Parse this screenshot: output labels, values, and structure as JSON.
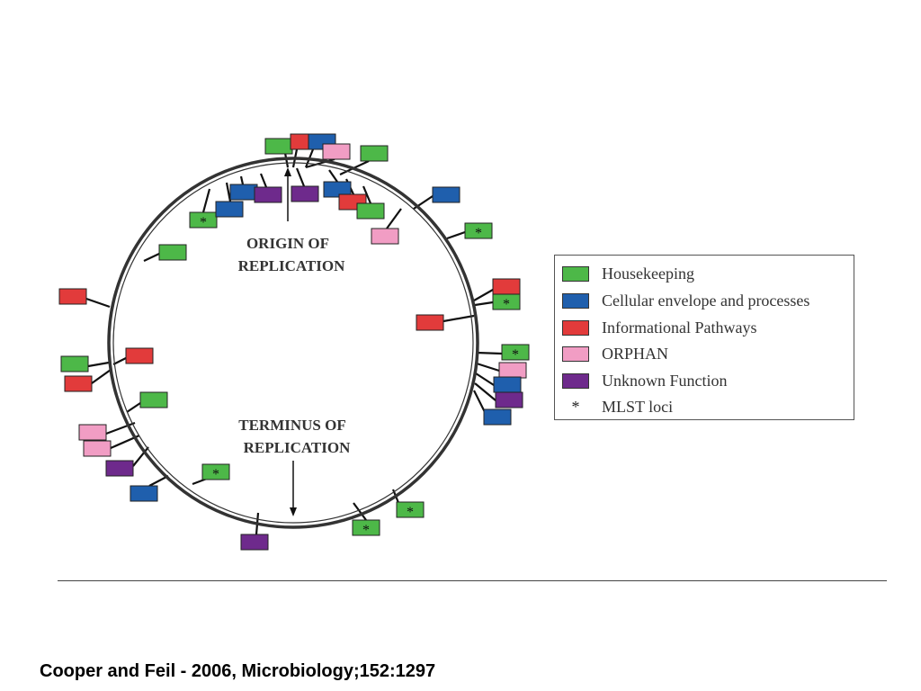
{
  "diagram": {
    "origin_label": [
      "ORIGIN OF",
      "REPLICATION"
    ],
    "terminus_label": [
      "TERMINUS OF",
      "REPLICATION"
    ],
    "colors": {
      "housekeeping": "#4db848",
      "envelope": "#1f5fad",
      "informational": "#e23b3b",
      "orphan": "#f19dc4",
      "unknown": "#6e2a8c",
      "ring": "#333333"
    },
    "mlst_symbol": "*"
  },
  "legend": {
    "items": [
      {
        "label": "Housekeeping",
        "color": "#4db848",
        "kind": "swatch"
      },
      {
        "label": "Cellular envelope and processes",
        "color": "#1f5fad",
        "kind": "swatch"
      },
      {
        "label": "Informational Pathways",
        "color": "#e23b3b",
        "kind": "swatch"
      },
      {
        "label": "ORPHAN",
        "color": "#f19dc4",
        "kind": "swatch"
      },
      {
        "label": "Unknown Function",
        "color": "#6e2a8c",
        "kind": "swatch"
      },
      {
        "label": "MLST loci",
        "symbol": "*",
        "kind": "symbol"
      }
    ]
  },
  "citation": "Cooper and Feil -  2006, Microbiology;152:1297"
}
